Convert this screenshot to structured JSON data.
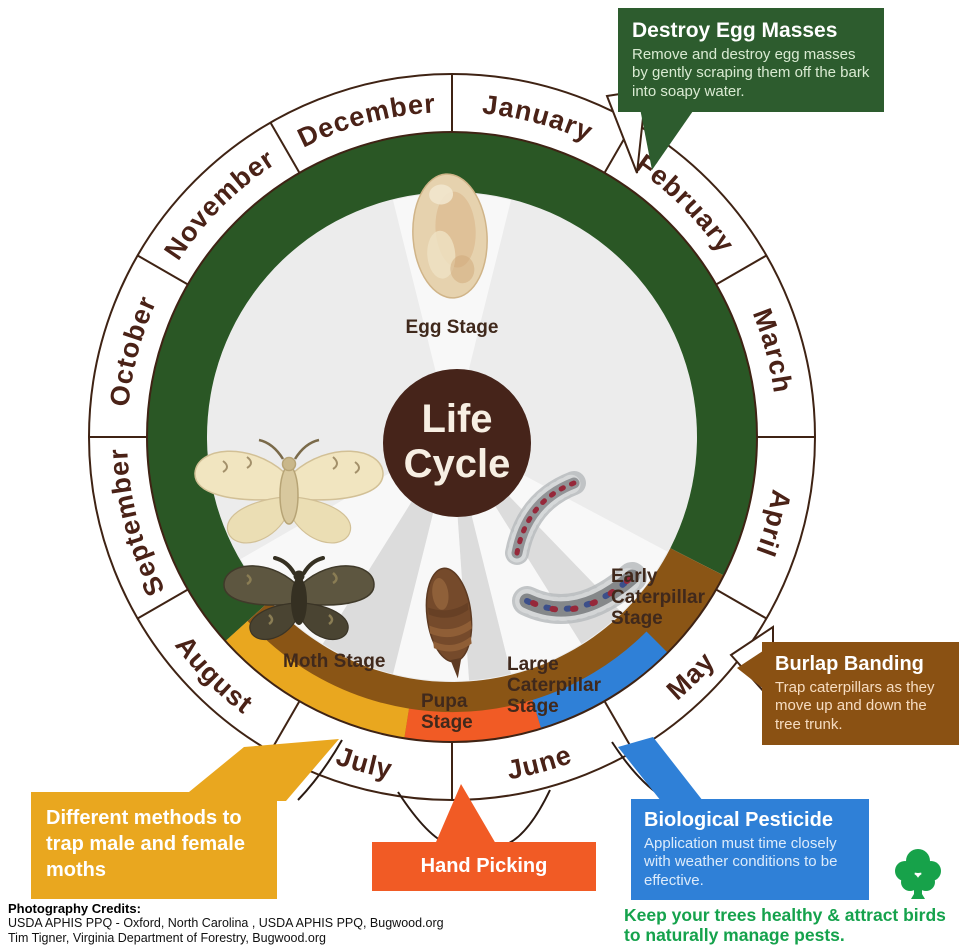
{
  "title": {
    "line1": "Life",
    "line2": "Cycle"
  },
  "months": [
    "January",
    "February",
    "March",
    "April",
    "May",
    "June",
    "July",
    "August",
    "September",
    "October",
    "November",
    "December"
  ],
  "stages": {
    "egg": "Egg Stage",
    "early": "Early\nCaterpillar\nStage",
    "large": "Large\nCaterpillar\nStage",
    "pupa": "Pupa\nStage",
    "moth": "Moth Stage"
  },
  "callouts": {
    "destroy_eggs": {
      "title": "Destroy Egg Masses",
      "body": "Remove and destroy egg masses by gently scraping them off the bark into soapy water."
    },
    "burlap": {
      "title": "Burlap Banding",
      "body": "Trap caterpillars as they move up and down the tree trunk."
    },
    "biological": {
      "title": "Biological Pesticide",
      "body": "Application must time closely with weather conditions to be effective."
    },
    "hand_picking": {
      "title": "Hand Picking"
    },
    "trap_moths": {
      "title": "Different methods to trap male and female moths"
    }
  },
  "footer": {
    "credits_title": "Photography Credits:",
    "credits_line1": "USDA APHIS PPQ - Oxford, North Carolina , USDA APHIS PPQ, Bugwood.org",
    "credits_line2": "Tim Tigner, Virginia Department of Forestry, Bugwood.org",
    "message": "Keep your trees healthy & attract birds\nto naturally manage pests."
  },
  "colors": {
    "egg_period_green": "#2a5725",
    "caterpillar_period_brown": "#8a5515",
    "biological_blue": "#2f80d7",
    "hand_picking_orange": "#f15b25",
    "trap_yellow": "#e9a71f",
    "month_text_maroon": "#4a2217",
    "center_circle_brown": "#46241a",
    "footer_green": "#15a24c"
  }
}
